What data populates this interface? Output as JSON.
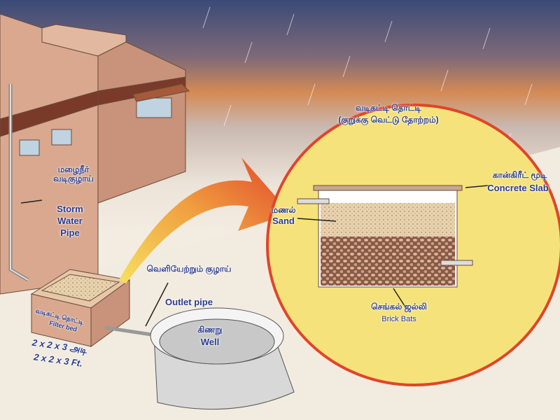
{
  "filter_tank": {
    "title_ta": "வடிகட்டி தொட்டி",
    "subtitle_ta": "(குறுக்கு வெட்டு தோற்றம்)",
    "concrete_slab_ta": "கான்கிரீட் மூடி",
    "concrete_slab_en": "Concrete Slab",
    "sand_ta": "மணல்",
    "sand_en": "Sand",
    "brick_bats_ta": "செங்கல் ஜல்லி",
    "brick_bats_en": "Brick Bats"
  },
  "house": {
    "storm_pipe_ta": "மழைநீர் வடிகுழாய்",
    "storm_pipe_en_1": "Storm",
    "storm_pipe_en_2": "Water",
    "storm_pipe_en_3": "Pipe"
  },
  "filter_bed": {
    "label_ta": "வடிகட்டி தொட்டி",
    "label_en": "Filter bed",
    "size_ta": "2 x 2 x 3 அடி",
    "size_en": "2 x 2 x 3 Ft."
  },
  "outlet": {
    "label_ta": "வெளியேற்றும் குழாய்",
    "label_en": "Outlet pipe"
  },
  "well": {
    "label_ta": "கிணறு",
    "label_en": "Well"
  },
  "colors": {
    "text": "#2a3c8f",
    "circle_border": "#e0452a",
    "circle_fill": "#f6e27a",
    "wall": "#d9a88e"
  }
}
